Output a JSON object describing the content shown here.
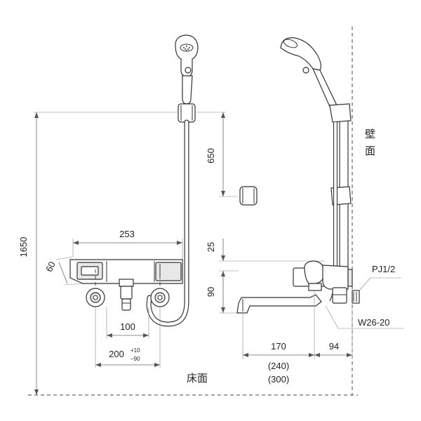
{
  "dimensions": {
    "total_height": "1650",
    "hanger_to_holder": "650",
    "body_width": "253",
    "body_depth": "60",
    "top_offset": "25",
    "spout_height": "90",
    "inlet_inner": "100",
    "inlet_spacing": "200",
    "inlet_tol_plus": "+10",
    "inlet_tol_minus": "−90",
    "spout_length": "170",
    "spout_alt1": "(240)",
    "spout_alt2": "(300)",
    "wall_offset": "94"
  },
  "labels": {
    "wall_line1": "壁",
    "wall_line2": "面",
    "floor": "床面",
    "pipe_thread": "PJ1/2",
    "nut_thread": "W26-20"
  }
}
